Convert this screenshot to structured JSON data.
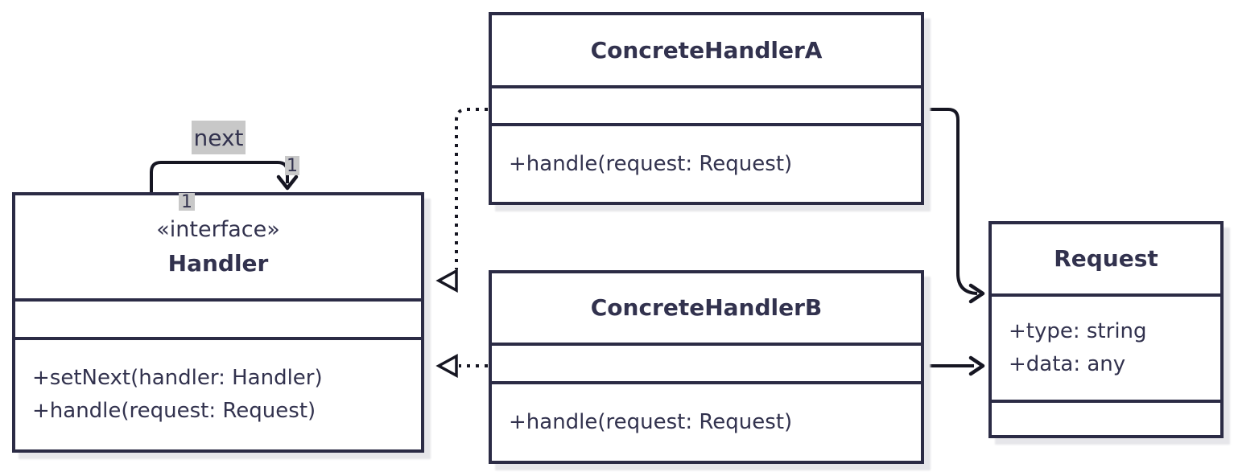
{
  "classes": {
    "handler": {
      "stereotype": "«interface»",
      "name": "Handler",
      "attributes": [],
      "methods": [
        "+setNext(handler: Handler)",
        "+handle(request: Request)"
      ]
    },
    "concrete_handler_a": {
      "name": "ConcreteHandlerA",
      "attributes": [],
      "methods": [
        "+handle(request: Request)"
      ]
    },
    "concrete_handler_b": {
      "name": "ConcreteHandlerB",
      "attributes": [],
      "methods": [
        "+handle(request: Request)"
      ]
    },
    "request": {
      "name": "Request",
      "attributes": [
        "+type: string",
        "+data: any"
      ],
      "methods": []
    }
  },
  "edges": {
    "next_label": "next",
    "source_multiplicity": "1",
    "target_multiplicity": "1",
    "relationships": [
      {
        "from": "Handler",
        "to": "Handler",
        "type": "association",
        "label": "next",
        "multiplicities": [
          "1",
          "1"
        ]
      },
      {
        "from": "ConcreteHandlerA",
        "to": "Handler",
        "type": "realization",
        "line": "dotted",
        "head": "hollow-triangle"
      },
      {
        "from": "ConcreteHandlerB",
        "to": "Handler",
        "type": "realization",
        "line": "dotted",
        "head": "hollow-triangle"
      },
      {
        "from": "ConcreteHandlerA",
        "to": "Request",
        "type": "association",
        "line": "solid",
        "head": "vee"
      },
      {
        "from": "ConcreteHandlerB",
        "to": "Request",
        "type": "association",
        "line": "solid",
        "head": "vee"
      }
    ]
  },
  "colors": {
    "border": "#2b2b45",
    "text": "#32324e",
    "arrow": "#161622",
    "label_background": "#c8c8c8",
    "box_shadow": "#e6e6ea",
    "background": "#ffffff"
  }
}
